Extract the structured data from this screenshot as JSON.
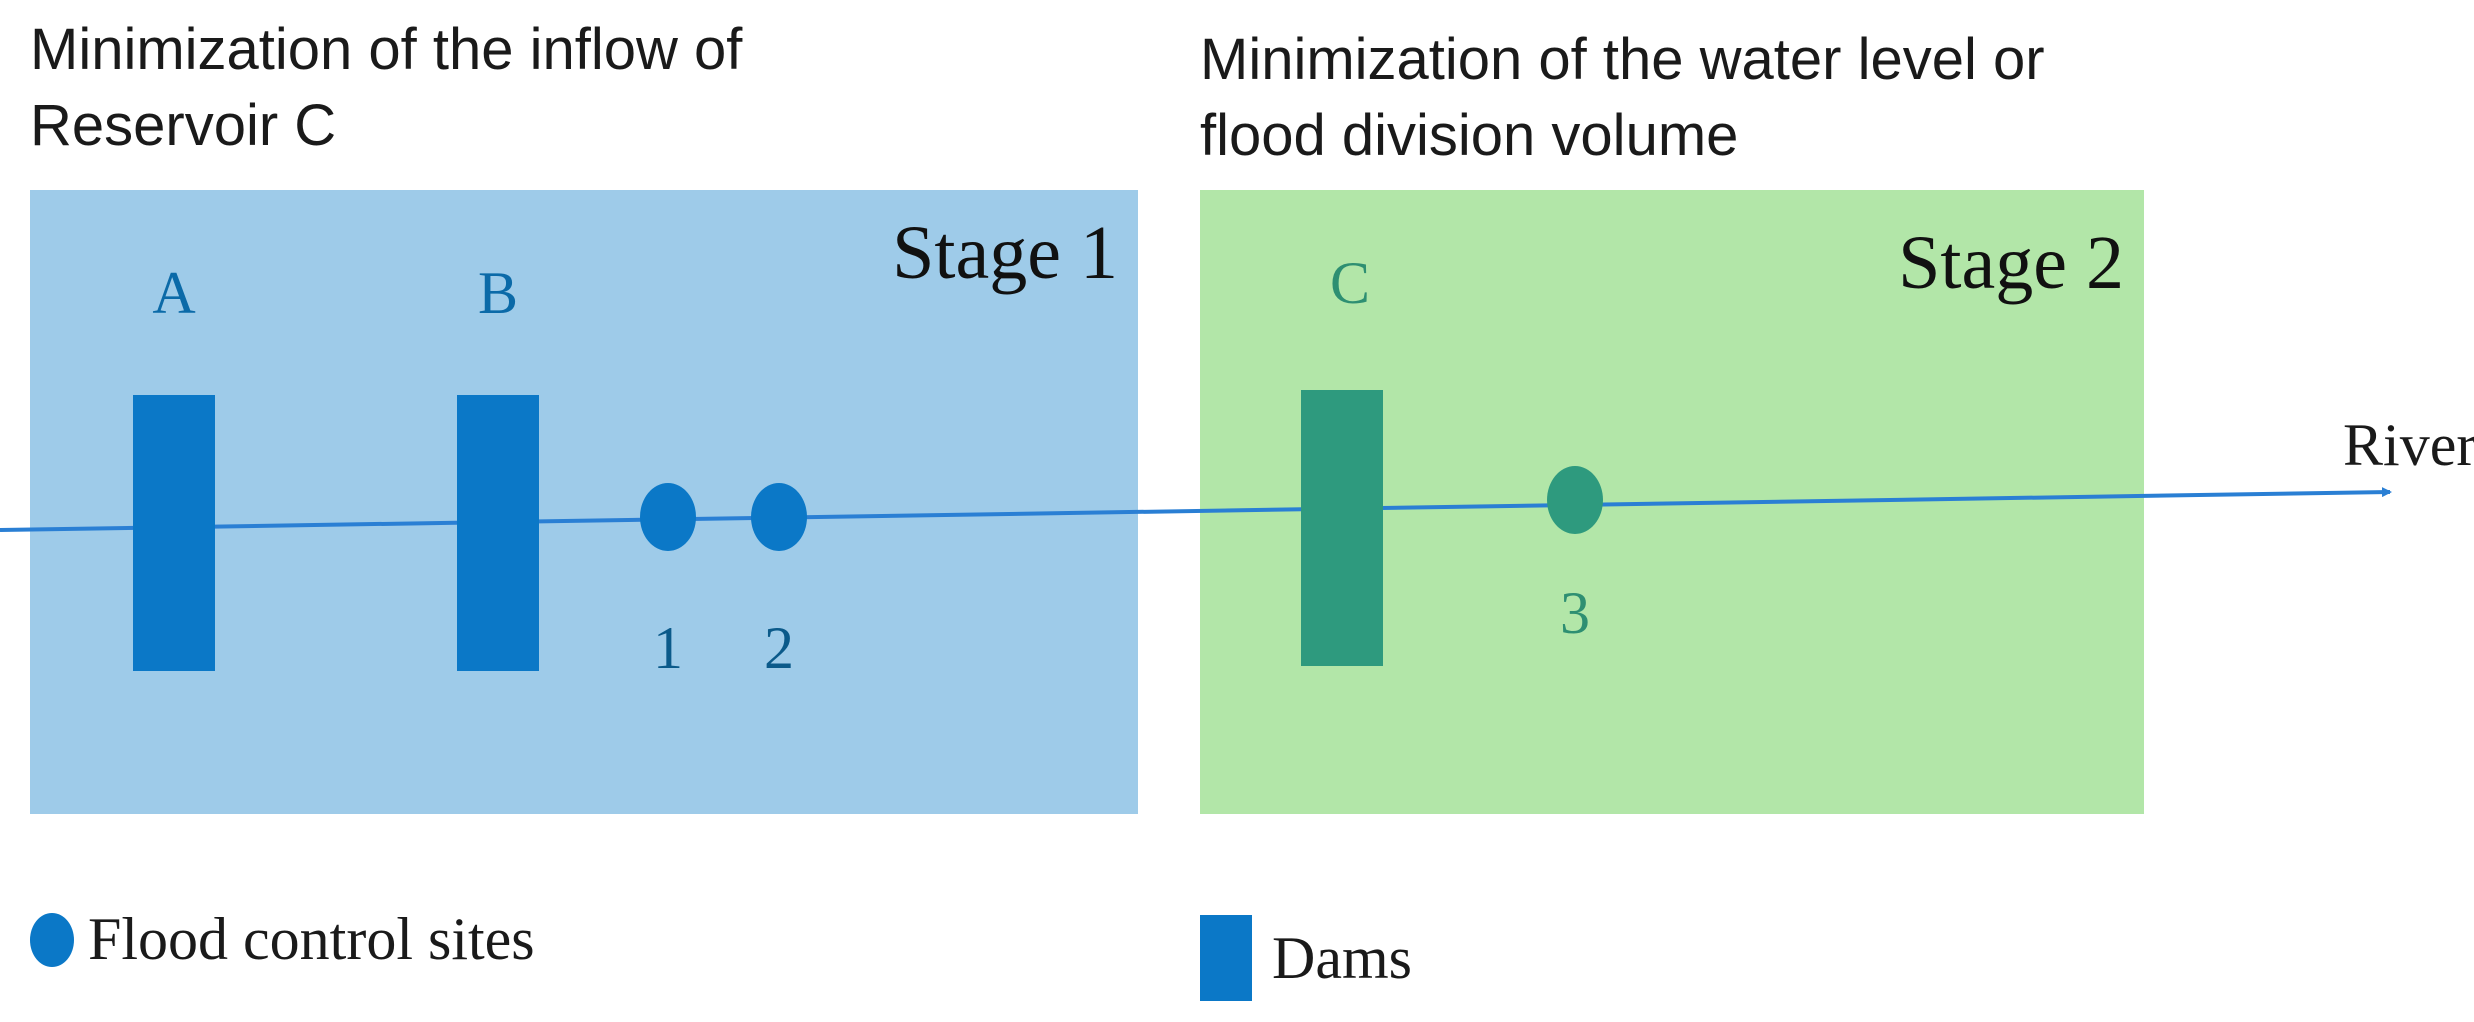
{
  "captions": {
    "stage1": "Minimization of the inflow of\nReservoir C",
    "stage2": "Minimization of the water level or\nflood division volume"
  },
  "stages": {
    "stage1_label": "Stage 1",
    "stage2_label": "Stage 2"
  },
  "dams": [
    {
      "label": "A",
      "stage": 1
    },
    {
      "label": "B",
      "stage": 1
    },
    {
      "label": "C",
      "stage": 2
    }
  ],
  "flood_control_sites": [
    {
      "label": "1",
      "stage": 1
    },
    {
      "label": "2",
      "stage": 1
    },
    {
      "label": "3",
      "stage": 2
    }
  ],
  "river_label": "River",
  "legend": {
    "sites": "Flood control sites",
    "dams": "Dams"
  },
  "colors": {
    "stage1_bg": "#9ecbe9",
    "stage2_bg": "#b2e6a8",
    "stage1_element": "#0b78c7",
    "stage2_element": "#2e9a7e",
    "river": "#2a7fd4"
  }
}
